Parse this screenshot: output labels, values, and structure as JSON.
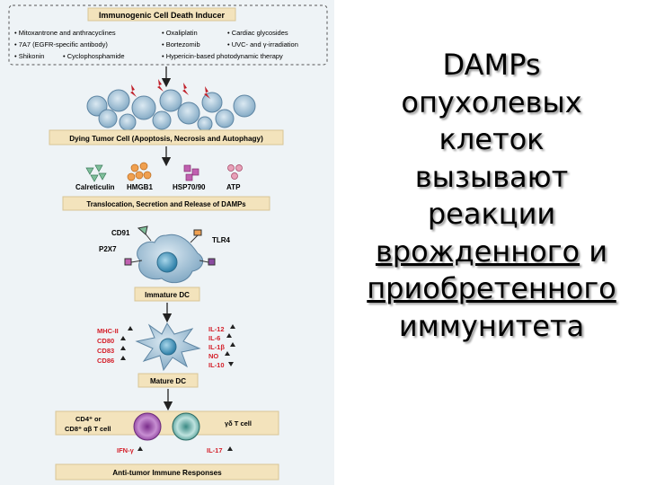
{
  "figure": {
    "inducer": {
      "title": "Immunogenic Cell Death Inducer",
      "col1": [
        "• Mitoxantrone and anthracyclines",
        "• 7A7 (EGFR-specific antibody)"
      ],
      "shikonin": "• Shikonin",
      "cyclophosphamide": "• Cyclophosphamide",
      "col2": [
        "• Oxaliplatin",
        "• Bortezomib"
      ],
      "col3": [
        "• Cardiac glycosides",
        "• UVC- and γ-irradiation"
      ],
      "hypericin": "• Hypericin-based photodynamic therapy"
    },
    "dying_cell": "Dying Tumor Cell (Apoptosis, Necrosis and Autophagy)",
    "damps": {
      "calreticulin": "Calreticulin",
      "hmgb1": "HMGB1",
      "hsp": "HSP70/90",
      "atp": "ATP"
    },
    "translocation": "Translocation, Secretion and Release of DAMPs",
    "receptors": {
      "cd91": "CD91",
      "tlr4": "TLR4",
      "p2x7": "P2X7"
    },
    "immature_dc": "Immature DC",
    "markers_left": [
      "MHC-II",
      "CD80",
      "CD83",
      "CD86"
    ],
    "markers_right": [
      "IL-12",
      "IL-6",
      "IL-1β",
      "NO",
      "IL-10"
    ],
    "mature_dc": "Mature DC",
    "t_cell_left": [
      "CD4⁺ or",
      "CD8⁺ αβ T cell"
    ],
    "t_cell_right": "γδ T cell",
    "ifn": "IFN-γ",
    "il17": "IL-17",
    "final": "Anti-tumor Immune Responses"
  },
  "side_text": {
    "lines": [
      "DAMPs",
      "опухолевых",
      "клеток",
      "вызывают",
      "реакции"
    ],
    "innate_word": "врожденного",
    "and_word": " и",
    "adaptive_word": "приобретенного",
    "last_line": "иммунитета"
  },
  "colors": {
    "box": "#f3e3bc",
    "box_border": "#d8c595",
    "red_text": "#d4202a",
    "purple": "#8a4aa0",
    "cell_blue": "#8fb7d1"
  }
}
